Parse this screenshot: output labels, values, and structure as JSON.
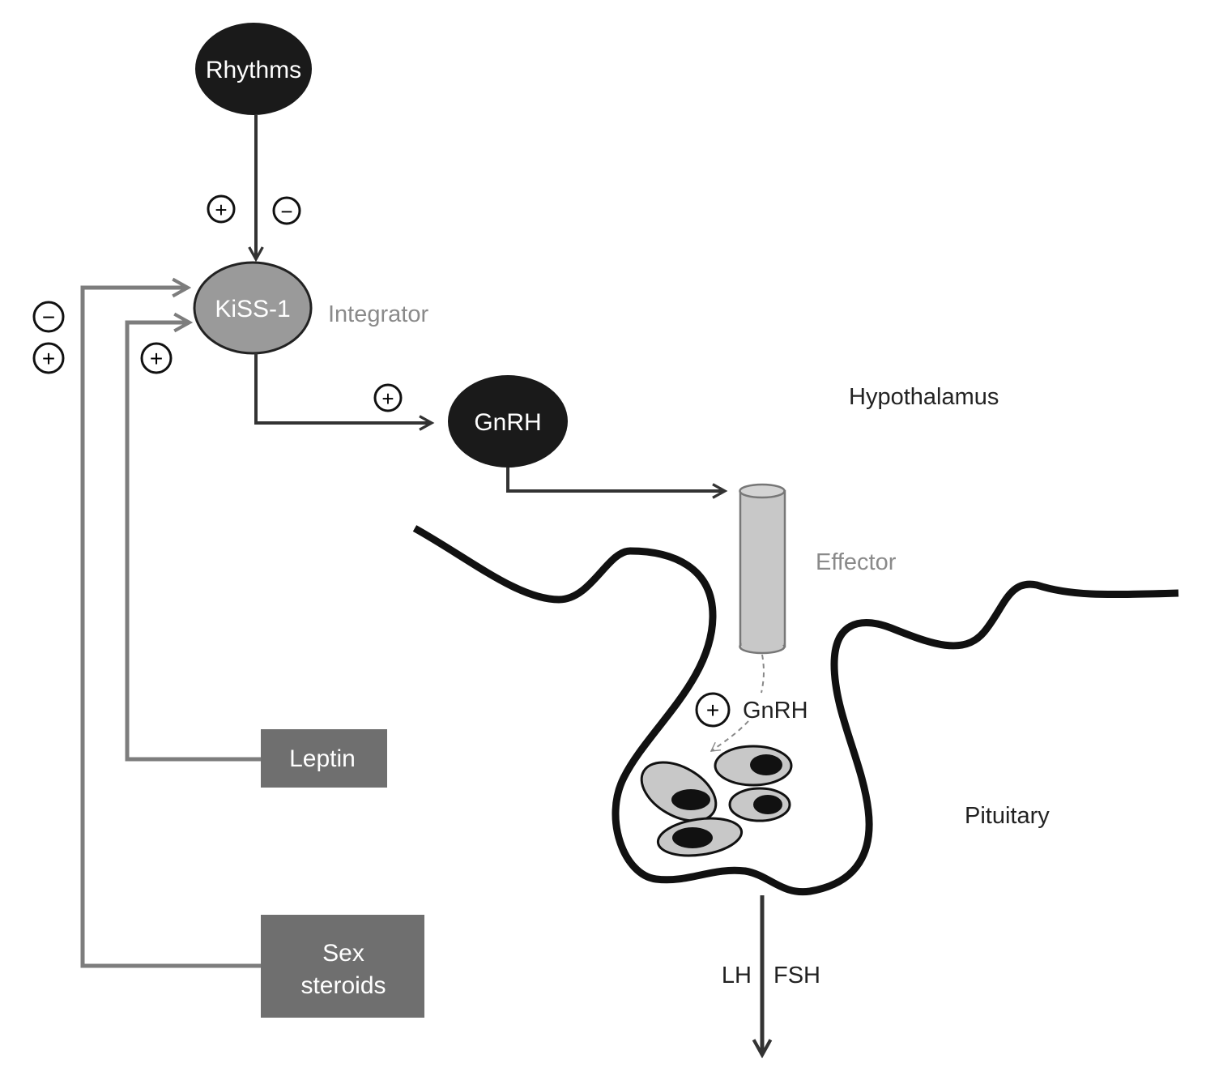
{
  "nodes": {
    "rhythms": "Rhythms",
    "kiss1": "KiSS-1",
    "integrator": "Integrator",
    "gnrh": "GnRH",
    "hypothalamus": "Hypothalamus",
    "effector": "Effector",
    "gnrh_release": "GnRH",
    "pituitary": "Pituitary",
    "leptin": "Leptin",
    "sex_steroids_1": "Sex",
    "sex_steroids_2": "steroids",
    "lh": "LH",
    "fsh": "FSH"
  },
  "signs": {
    "plus": "+",
    "minus": "−"
  },
  "colors": {
    "dark": "#1a1a1a",
    "mid_gray": "#9a9a9a",
    "box_gray": "#6f6f6f",
    "arrow_gray": "#7d7d7d",
    "light_gray": "#c8c8c8"
  }
}
